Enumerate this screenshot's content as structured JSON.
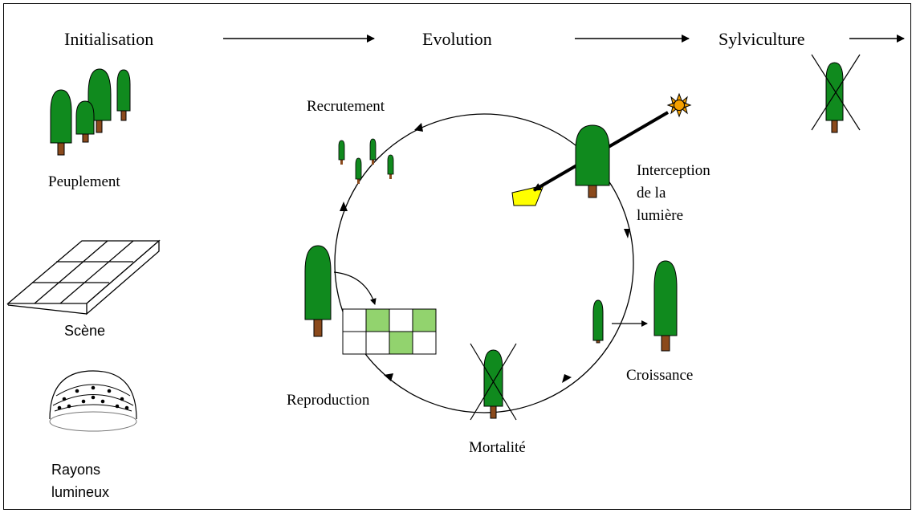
{
  "header": {
    "stage_initialisation": "Initialisation",
    "stage_evolution": "Evolution",
    "stage_sylviculture": "Sylviculture"
  },
  "left": {
    "peuplement": "Peuplement",
    "scene": "Scène",
    "rayons_line1": "Rayons",
    "rayons_line2": "lumineux"
  },
  "cycle": {
    "recrutement": "Recrutement",
    "interception_line1": "Interception",
    "interception_line2": "de la",
    "interception_line3": "lumière",
    "croissance": "Croissance",
    "mortalite": "Mortalité",
    "reproduction": "Reproduction"
  },
  "colors": {
    "tree_green": "#108a1e",
    "trunk_brown": "#8b4a1c",
    "sun": "#f5a000",
    "light_patch": "#ffff00",
    "grid_green": "#92d36e"
  }
}
